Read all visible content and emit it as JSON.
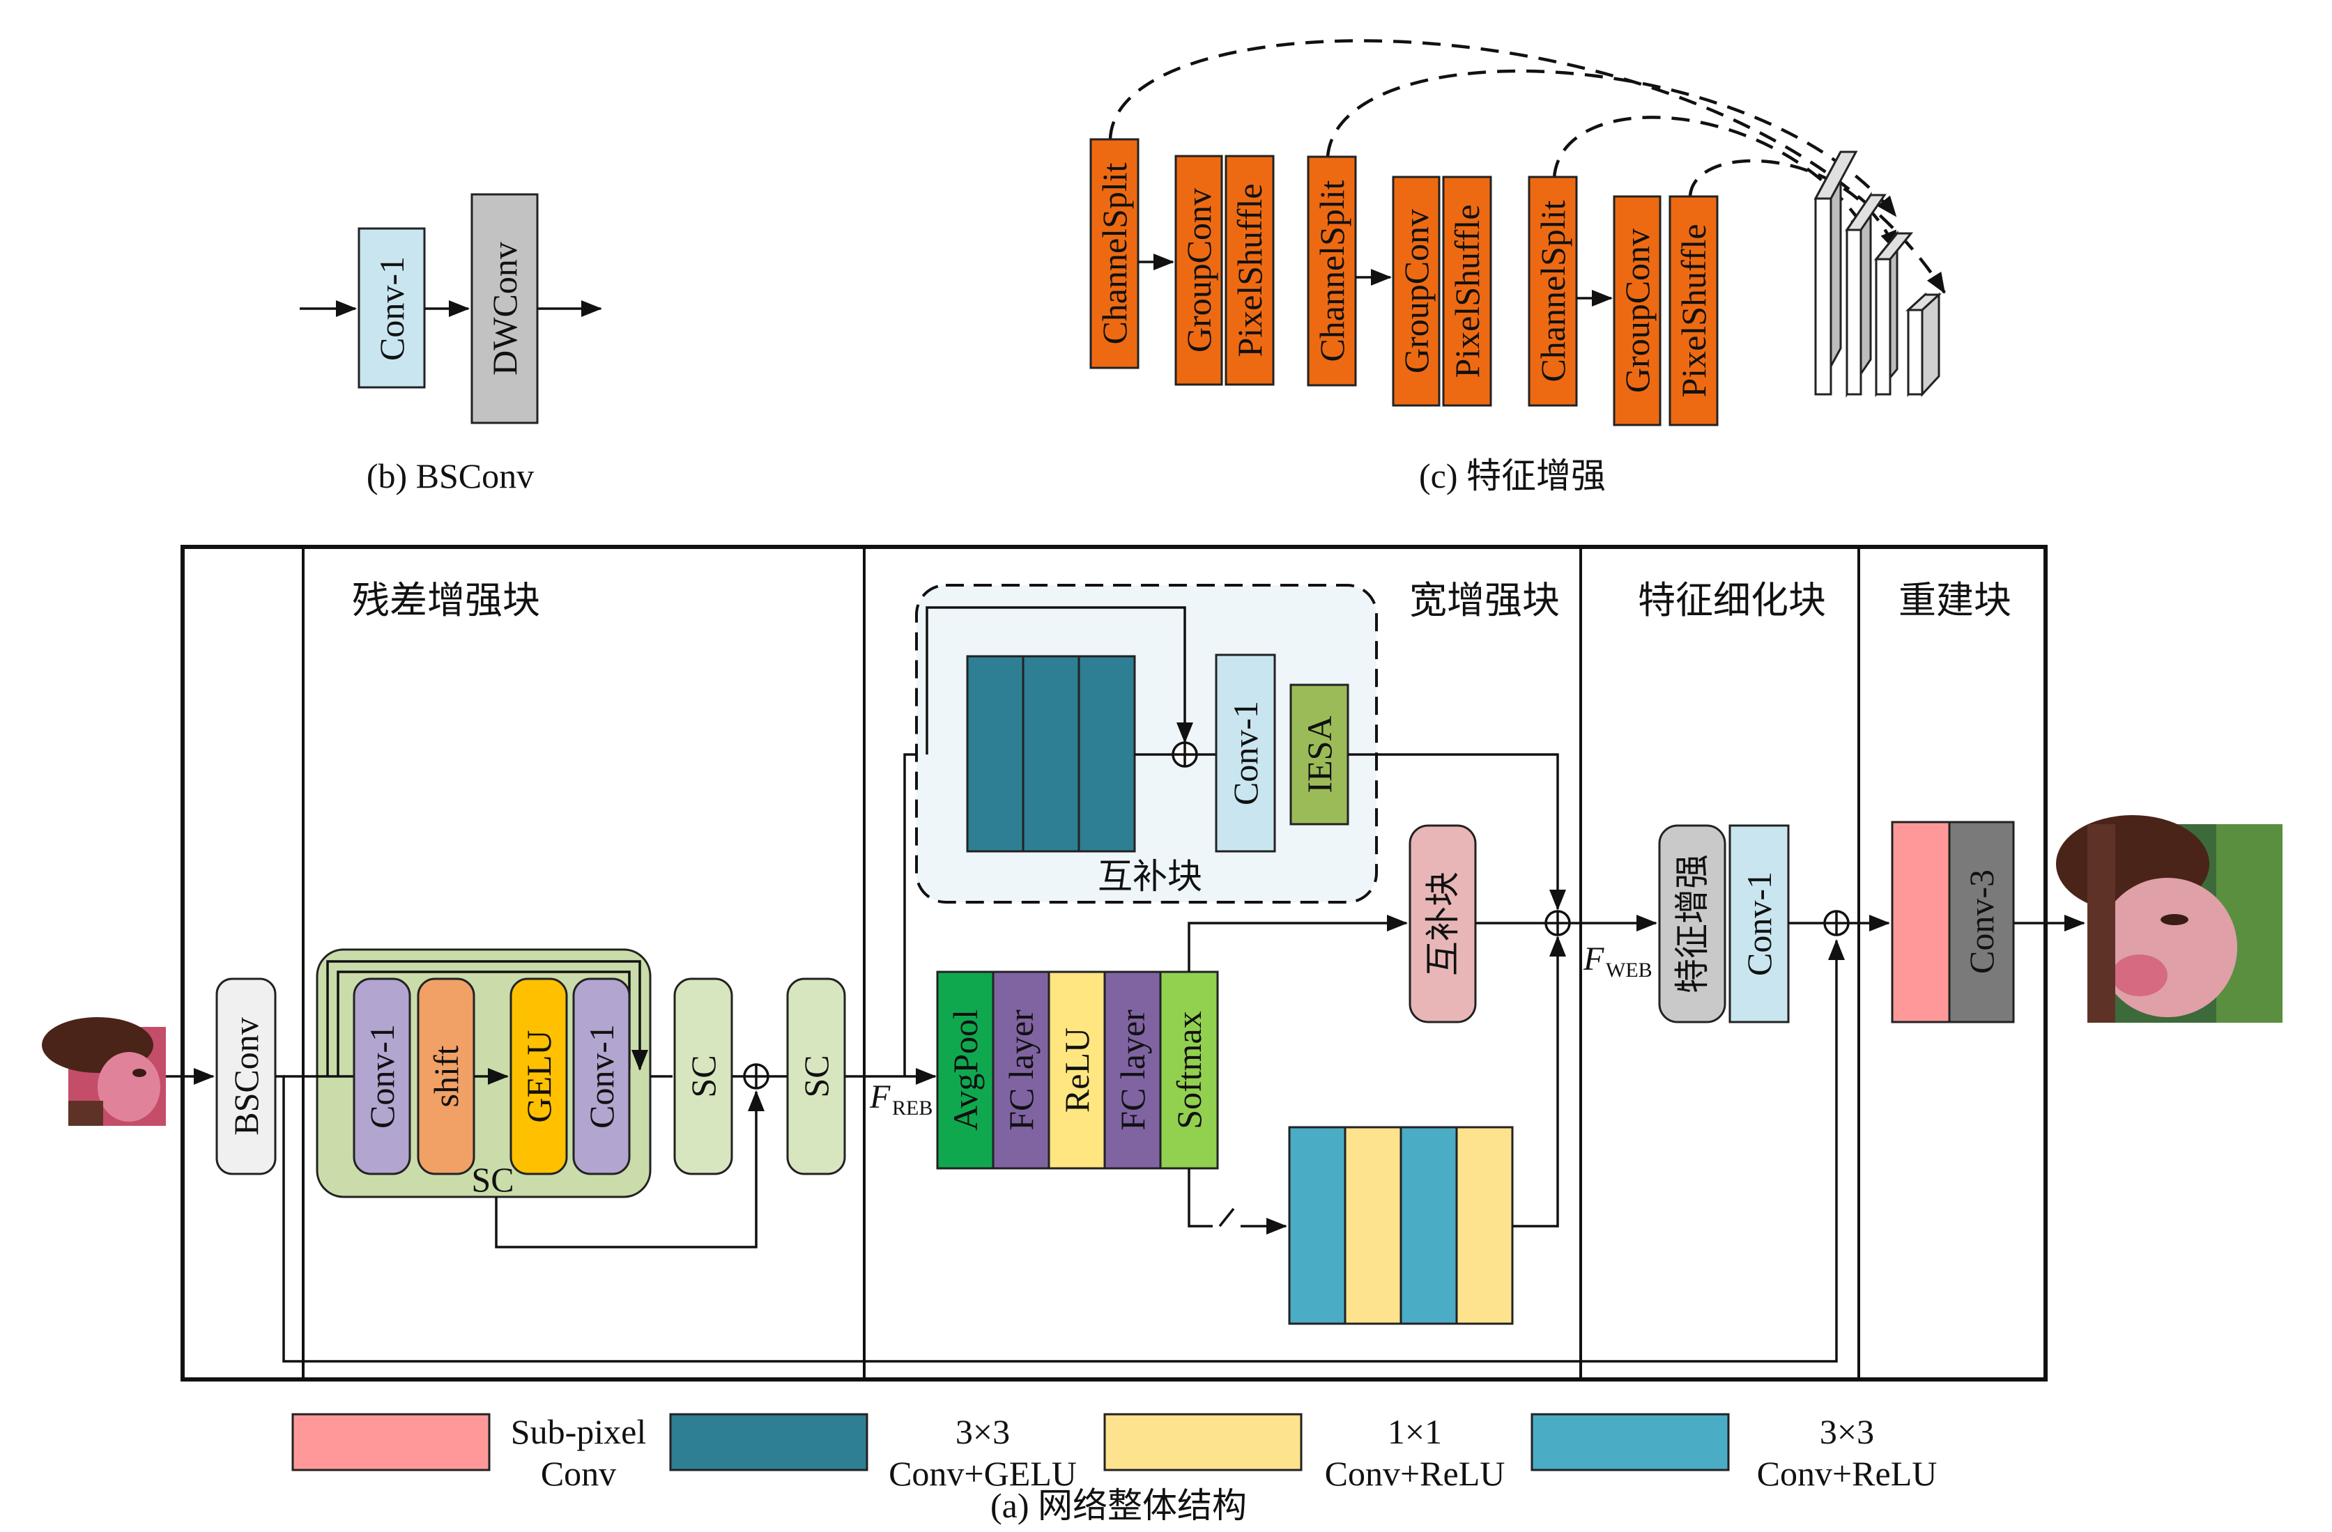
{
  "colors": {
    "conv_light_blue": "#c9e6f0",
    "dwconv_gray": "#c2c2c2",
    "orange": "#ee6a12",
    "purple": "#b2a5cf",
    "shift_orange": "#f1a066",
    "gelu_yellow": "#ffc000",
    "sc_green": "#d8e6c0",
    "sc_frame_green": "#c9dcaa",
    "teal": "#2e7f93",
    "iesa_green": "#9bbb59",
    "avgpool_green": "#10a84f",
    "fc_purple": "#8064a2",
    "relu_yellow": "#ffe680",
    "softmax_green": "#92d050",
    "mutual_pink": "#e8b6b6",
    "feat_gray": "#c9c9c9",
    "subpixel_pink": "#ff9999",
    "conv3_gray": "#7a7a7a",
    "cyan_blue": "#4bacc6",
    "light_yellow": "#fde38e",
    "dashed_box_fill": "#eef6fa"
  },
  "panel_b": {
    "caption": "(b) BSConv",
    "blocks": [
      "Conv-1",
      "DWConv"
    ]
  },
  "panel_c": {
    "caption": "(c) 特征增强",
    "blocks": [
      "ChannelSplit",
      "GroupConv",
      "PixelShuffle",
      "ChannelSplit",
      "GroupConv",
      "PixelShuffle",
      "ChannelSplit",
      "GroupConv",
      "PixelShuffle"
    ]
  },
  "panel_a": {
    "caption": "(a) 网络整体结构",
    "sections": {
      "reb": "残差增强块",
      "web": "宽增强块",
      "frb": "特征细化块",
      "rec": "重建块"
    },
    "bsconv": "BSConv",
    "sc_inner": [
      "Conv-1",
      "shift",
      "GELU",
      "Conv-1"
    ],
    "sc_label": "SC",
    "sc_blocks": [
      "SC",
      "SC"
    ],
    "f_reb": {
      "main": "F",
      "sub": "REB"
    },
    "mutual_block_label": "互补块",
    "conv1": "Conv-1",
    "iesa": "IESA",
    "attention": [
      "AvgPool",
      "FC layer",
      "ReLU",
      "FC layer",
      "Softmax"
    ],
    "mutual_block_vertical": "互补块",
    "f_web": {
      "main": "F",
      "sub": "WEB"
    },
    "feature_enhance": "特征增强",
    "conv1_b": "Conv-1",
    "conv3": "Conv-3"
  },
  "legend": [
    {
      "line1": "Sub-pixel",
      "line2": "Conv",
      "color": "#ff9999"
    },
    {
      "line1": "3×3",
      "line2": "Conv+GELU",
      "color": "#2e7f93"
    },
    {
      "line1": "1×1",
      "line2": "Conv+ReLU",
      "color": "#fde38e"
    },
    {
      "line1": "3×3",
      "line2": "Conv+ReLU",
      "color": "#4bacc6"
    }
  ]
}
